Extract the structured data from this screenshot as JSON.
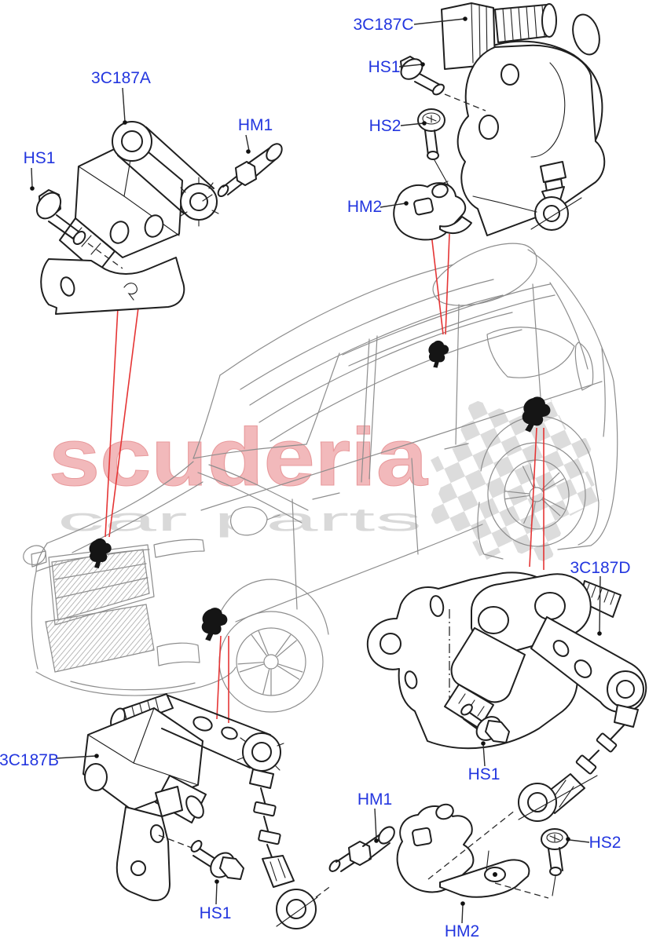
{
  "watermark": {
    "brand": "scuderia",
    "subtitle": "car parts",
    "brand_color": "#f2b9bb",
    "brand_outline": "#e89a9c",
    "subtitle_color": "#d9d9d9",
    "flag_color": "#dcdcdc"
  },
  "colors": {
    "label_blue": "#2336df",
    "leader_red": "#e53535",
    "part_line": "#1f1f1f",
    "car_line": "#8d8d8d",
    "background": "#ffffff"
  },
  "callouts": [
    {
      "id": "part-a",
      "text": "3C187A"
    },
    {
      "id": "hs1-a",
      "text": "HS1"
    },
    {
      "id": "hm1-a",
      "text": "HM1"
    },
    {
      "id": "part-c",
      "text": "3C187C"
    },
    {
      "id": "hs1-c",
      "text": "HS1"
    },
    {
      "id": "hs2-c",
      "text": "HS2"
    },
    {
      "id": "hm2-c",
      "text": "HM2"
    },
    {
      "id": "part-d",
      "text": "3C187D"
    },
    {
      "id": "hs1-d",
      "text": "HS1"
    },
    {
      "id": "part-b",
      "text": "3C187B"
    },
    {
      "id": "hs1-b",
      "text": "HS1"
    },
    {
      "id": "hm1-b",
      "text": "HM1"
    },
    {
      "id": "hm2-b",
      "text": "HM2"
    },
    {
      "id": "hs2-b",
      "text": "HS2"
    }
  ]
}
